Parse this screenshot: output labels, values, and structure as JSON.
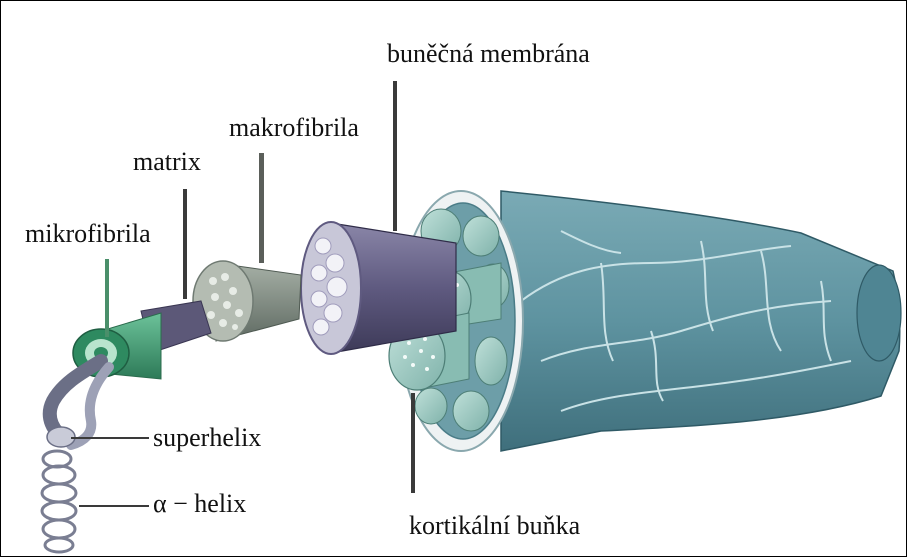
{
  "labels": {
    "cell_membrane": "buněčná membrána",
    "macrofibril": "makrofibrila",
    "matrix": "matrix",
    "microfibril": "mikrofibrila",
    "superhelix": "superhelix",
    "alpha_helix": "α − helix",
    "cortical_cell": "kortikální buňka"
  },
  "colors": {
    "cortex_fill": "#5e93a0",
    "cortex_dark": "#3f6f7c",
    "cortex_crack": "#c9e2e6",
    "membrane_rim": "#eef2f3",
    "cell_face": "#9fc9c2",
    "cell_dot": "#f4fbf9",
    "macrofibril_body": "#5f5a80",
    "macrofibril_face": "#c8c7d8",
    "matrix_body": "#7f8c82",
    "microfibril_ring": "#3f9a72",
    "helix": "#6b6f86"
  }
}
